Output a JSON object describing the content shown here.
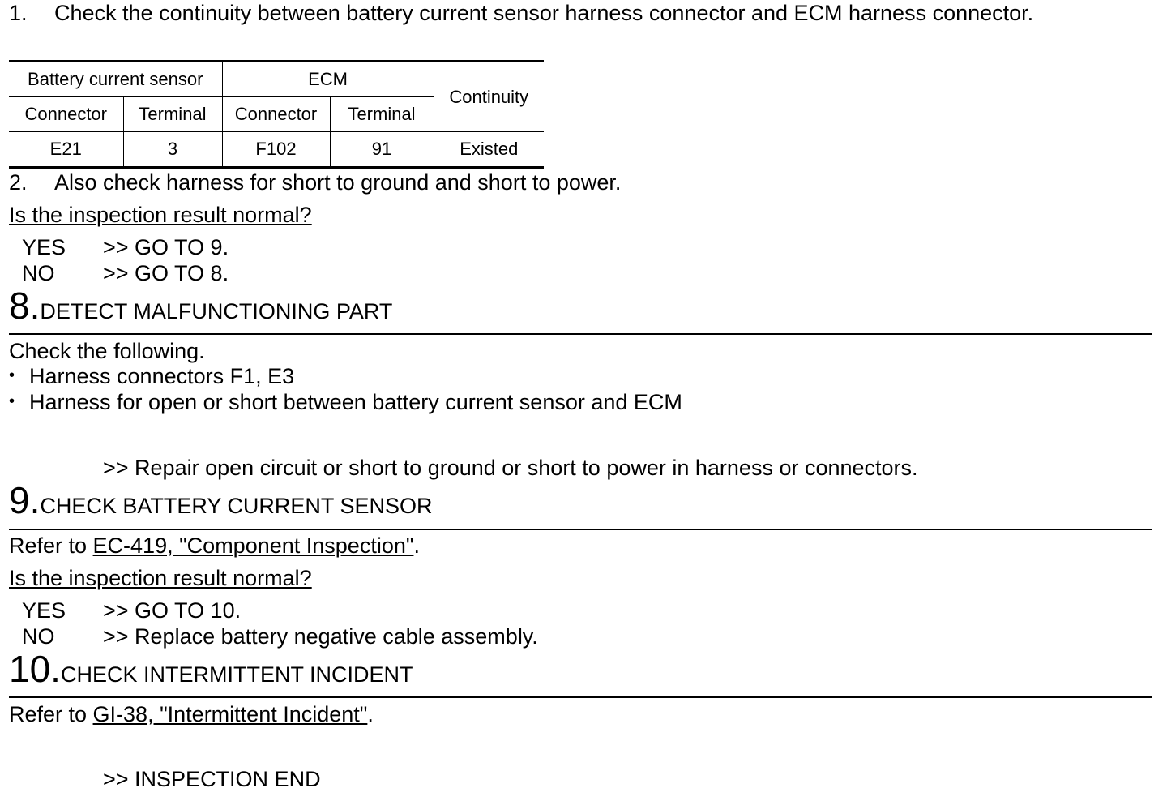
{
  "step1": {
    "num": "1.",
    "text": "Check the continuity between battery current sensor harness connector and ECM harness connector."
  },
  "table": {
    "group1": "Battery current sensor",
    "group2": "ECM",
    "continuity_header": "Continuity",
    "sub_connector_a": "Connector",
    "sub_terminal_a": "Terminal",
    "sub_connector_b": "Connector",
    "sub_terminal_b": "Terminal",
    "row": {
      "sensor_connector": "E21",
      "sensor_terminal": "3",
      "ecm_connector": "F102",
      "ecm_terminal": "91",
      "continuity": "Existed"
    }
  },
  "step2": {
    "num": "2.",
    "text": "Also check harness for short to ground and short to power."
  },
  "question1": "Is the inspection result normal?",
  "answers1": {
    "yes_key": "YES",
    "yes_val": ">> GO TO 9.",
    "no_key": "NO",
    "no_val": ">> GO TO 8."
  },
  "section8": {
    "num": "8.",
    "title": "DETECT MALFUNCTIONING PART",
    "intro": "Check the following.",
    "bullets": [
      "Harness connectors F1, E3",
      "Harness for open or short between battery current sensor and ECM"
    ],
    "bullet_mark": "•",
    "result": ">> Repair open circuit or short to ground or short to power in harness or connectors."
  },
  "section9": {
    "num": "9.",
    "title": "CHECK BATTERY CURRENT SENSOR",
    "refer_prefix": "Refer to ",
    "refer_link": "EC-419, \"Component Inspection\"",
    "refer_suffix": ".",
    "question": "Is the inspection result normal?",
    "yes_key": "YES",
    "yes_val": ">> GO TO 10.",
    "no_key": "NO",
    "no_val": ">> Replace battery negative cable assembly."
  },
  "section10": {
    "num": "10.",
    "title": "CHECK INTERMITTENT INCIDENT",
    "refer_prefix": "Refer to ",
    "refer_link": "GI-38, \"Intermittent Incident\"",
    "refer_suffix": ".",
    "result": ">> INSPECTION END"
  }
}
